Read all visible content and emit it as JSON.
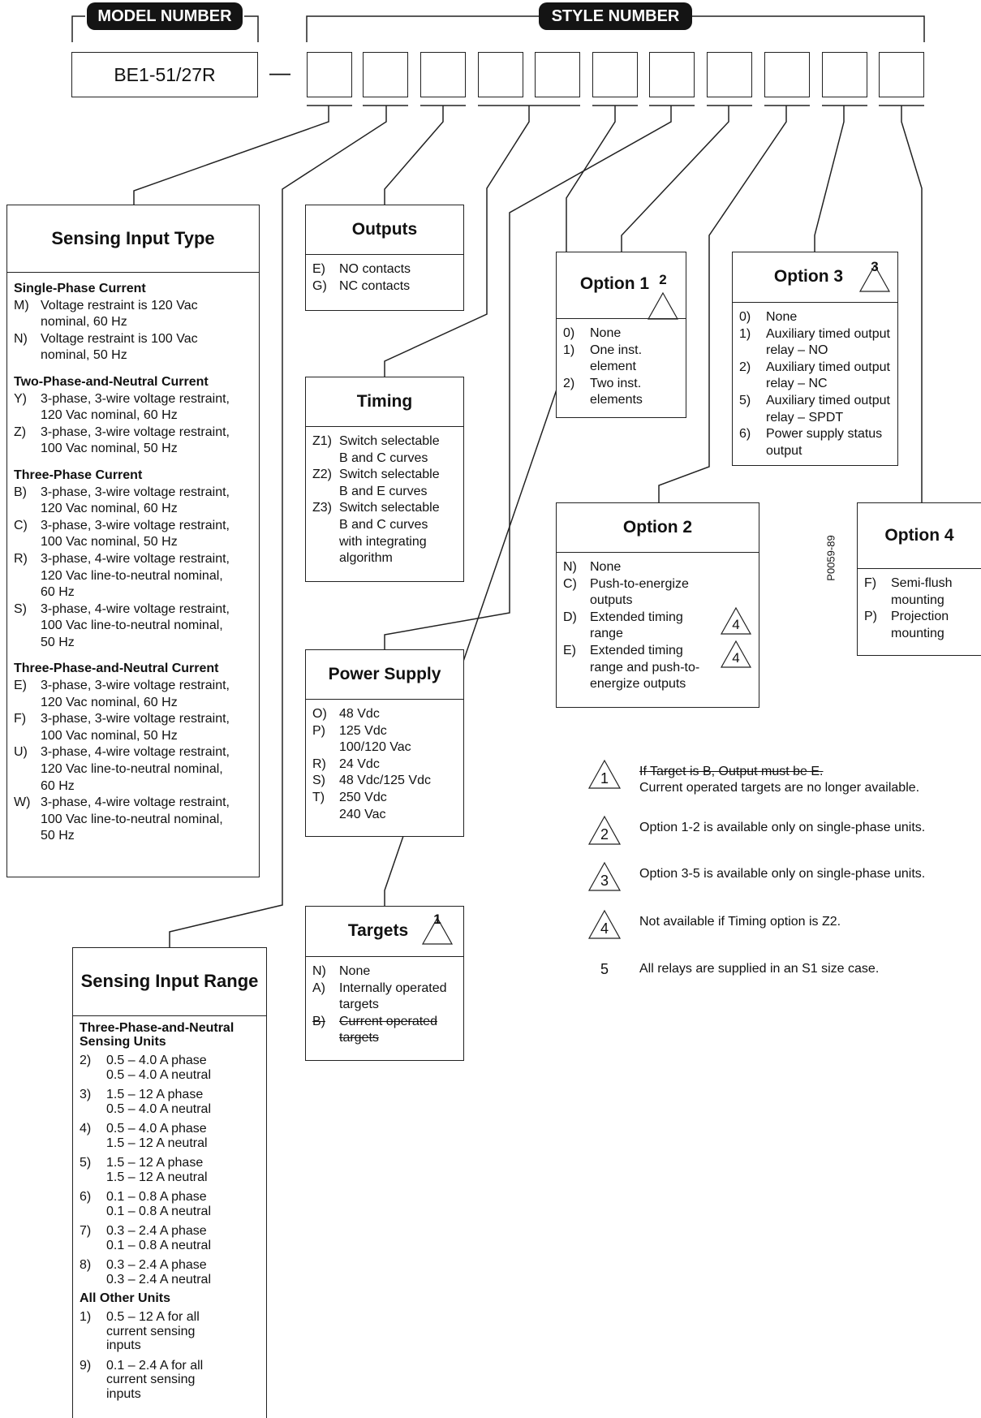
{
  "header": {
    "model_label": "MODEL NUMBER",
    "style_label": "STYLE NUMBER",
    "model_value": "BE1-51/27R",
    "dash": "—"
  },
  "sensing_input_type": {
    "title": "Sensing Input Type",
    "sections": [
      {
        "heading": "Single-Phase Current",
        "items": [
          {
            "code": "M)",
            "text": "Voltage restraint is 120 Vac nominal, 60 Hz"
          },
          {
            "code": "N)",
            "text": "Voltage restraint is 100 Vac nominal, 50 Hz"
          }
        ]
      },
      {
        "heading": "Two-Phase-and-Neutral Current",
        "items": [
          {
            "code": "Y)",
            "text": "3-phase, 3-wire voltage restraint, 120 Vac nominal, 60 Hz"
          },
          {
            "code": "Z)",
            "text": "3-phase, 3-wire voltage restraint, 100 Vac nominal, 50 Hz"
          }
        ]
      },
      {
        "heading": "Three-Phase Current",
        "items": [
          {
            "code": "B)",
            "text": "3-phase, 3-wire voltage restraint, 120 Vac nominal, 60 Hz"
          },
          {
            "code": "C)",
            "text": "3-phase, 3-wire voltage restraint, 100 Vac nominal, 50 Hz"
          },
          {
            "code": "R)",
            "text": "3-phase, 4-wire voltage restraint, 120 Vac line-to-neutral nominal, 60 Hz"
          },
          {
            "code": "S)",
            "text": "3-phase, 4-wire voltage restraint, 100 Vac line-to-neutral nominal, 50 Hz"
          }
        ]
      },
      {
        "heading": "Three-Phase-and-Neutral Current",
        "items": [
          {
            "code": "E)",
            "text": "3-phase, 3-wire voltage restraint, 120 Vac nominal, 60 Hz"
          },
          {
            "code": "F)",
            "text": "3-phase, 3-wire voltage restraint, 100 Vac nominal, 50 Hz"
          },
          {
            "code": "U)",
            "text": "3-phase, 4-wire voltage restraint, 120 Vac line-to-neutral nominal, 60 Hz"
          },
          {
            "code": "W)",
            "text": "3-phase, 4-wire voltage restraint, 100 Vac line-to-neutral nominal, 50 Hz"
          }
        ]
      }
    ]
  },
  "outputs": {
    "title": "Outputs",
    "items": [
      {
        "code": "E)",
        "text": "NO contacts"
      },
      {
        "code": "G)",
        "text": "NC contacts"
      }
    ]
  },
  "timing": {
    "title": "Timing",
    "items": [
      {
        "code": "Z1)",
        "text": "Switch selectable B and C curves"
      },
      {
        "code": "Z2)",
        "text": "Switch selectable B and E curves"
      },
      {
        "code": "Z3)",
        "text": "Switch selectable B and C curves with integrating algorithm"
      }
    ]
  },
  "power_supply": {
    "title": "Power Supply",
    "items": [
      {
        "code": "O)",
        "text": "48 Vdc"
      },
      {
        "code": "P)",
        "text": "125 Vdc\n100/120 Vac"
      },
      {
        "code": "R)",
        "text": "24 Vdc"
      },
      {
        "code": "S)",
        "text": "48 Vdc/125 Vdc"
      },
      {
        "code": "T)",
        "text": "250 Vdc\n240 Vac"
      }
    ]
  },
  "targets": {
    "title": "Targets",
    "note_ref": "1",
    "items": [
      {
        "code": "N)",
        "text": "None"
      },
      {
        "code": "A)",
        "text": "Internally operated targets"
      },
      {
        "code": "B)",
        "text": "Current operated targets",
        "struck": true
      }
    ]
  },
  "option1": {
    "title": "Option 1",
    "note_ref": "2",
    "items": [
      {
        "code": "0)",
        "text": "None"
      },
      {
        "code": "1)",
        "text": "One inst. element"
      },
      {
        "code": "2)",
        "text": "Two inst. elements"
      }
    ]
  },
  "option2": {
    "title": "Option 2",
    "items": [
      {
        "code": "N)",
        "text": "None"
      },
      {
        "code": "C)",
        "text": "Push-to-energize outputs"
      },
      {
        "code": "D)",
        "text": "Extended timing range",
        "note_ref": "4"
      },
      {
        "code": "E)",
        "text": "Extended timing range and push-to-energize outputs",
        "note_ref": "4"
      }
    ]
  },
  "option3": {
    "title": "Option 3",
    "note_ref": "3",
    "items": [
      {
        "code": "0)",
        "text": "None"
      },
      {
        "code": "1)",
        "text": "Auxiliary timed output relay – NO"
      },
      {
        "code": "2)",
        "text": "Auxiliary timed output relay – NC"
      },
      {
        "code": "5)",
        "text": "Auxiliary timed output relay – SPDT"
      },
      {
        "code": "6)",
        "text": "Power supply status output"
      }
    ]
  },
  "option4": {
    "title": "Option 4",
    "items": [
      {
        "code": "F)",
        "text": "Semi-flush mounting"
      },
      {
        "code": "P)",
        "text": "Projection mounting"
      }
    ]
  },
  "sensing_input_range": {
    "title": "Sensing Input Range",
    "sections": [
      {
        "heading": "Three-Phase-and-Neutral Sensing Units",
        "items": [
          {
            "code": "2)",
            "text": "0.5 – 4.0 A phase\n0.5 – 4.0 A neutral"
          },
          {
            "code": "3)",
            "text": "1.5 – 12 A phase\n0.5 – 4.0 A neutral"
          },
          {
            "code": "4)",
            "text": "0.5 – 4.0 A phase\n1.5 – 12 A neutral"
          },
          {
            "code": "5)",
            "text": "1.5 – 12 A phase\n1.5 – 12 A neutral"
          },
          {
            "code": "6)",
            "text": "0.1 – 0.8 A phase\n0.1 – 0.8 A neutral"
          },
          {
            "code": "7)",
            "text": "0.3 – 2.4 A phase\n0.1 – 0.8 A neutral"
          },
          {
            "code": "8)",
            "text": "0.3 – 2.4 A phase\n0.3 – 2.4 A neutral"
          }
        ]
      },
      {
        "heading": "All Other Units",
        "items": [
          {
            "code": "1)",
            "text": "0.5 – 12 A for all current sensing inputs"
          },
          {
            "code": "9)",
            "text": "0.1 – 2.4 A for all current sensing inputs"
          }
        ]
      }
    ]
  },
  "notes": [
    {
      "num": "1",
      "triangle": true,
      "struck_text": "If Target is B, Output must be E.",
      "text": "Current operated targets are no longer available."
    },
    {
      "num": "2",
      "triangle": true,
      "text": "Option 1-2 is available only on single-phase units."
    },
    {
      "num": "3",
      "triangle": true,
      "text": "Option 3-5 is available only on single-phase units."
    },
    {
      "num": "4",
      "triangle": true,
      "text": "Not available if Timing option is Z2."
    },
    {
      "num": "5",
      "triangle": false,
      "text": "All relays are supplied in an S1 size case."
    }
  ],
  "drawing_code": "P0059-89"
}
